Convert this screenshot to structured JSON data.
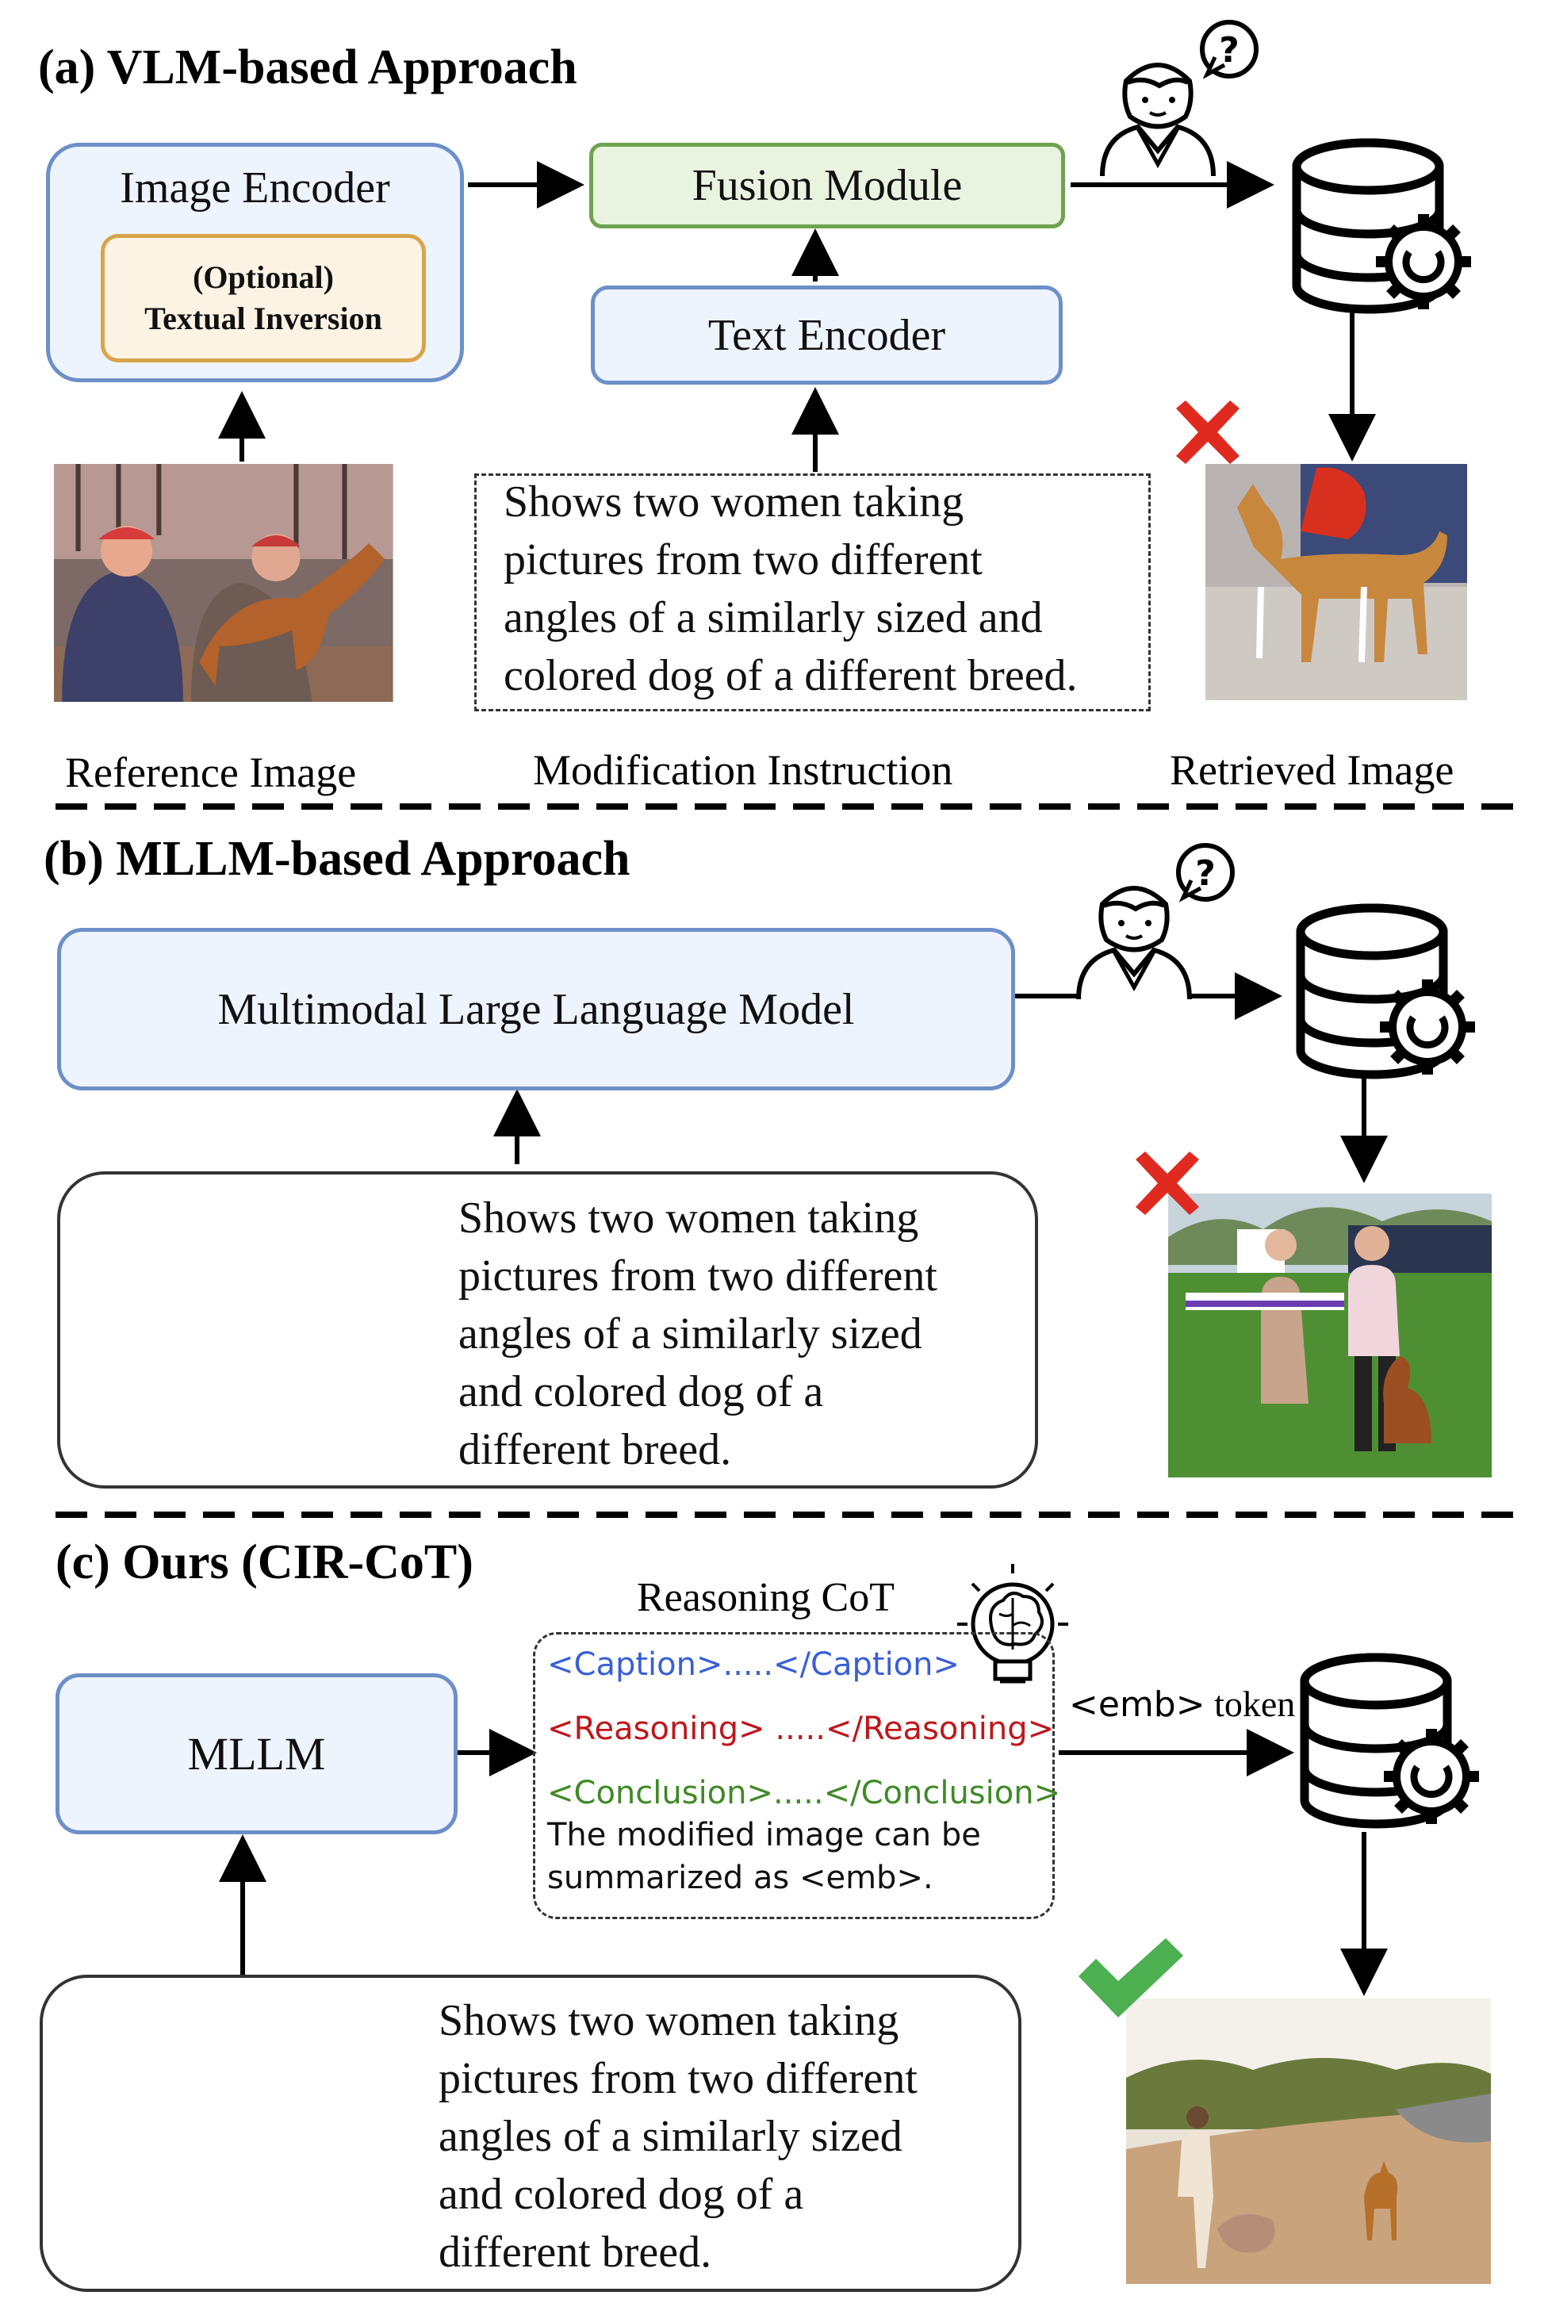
{
  "sections": {
    "a": {
      "title": "(a) VLM-based Approach",
      "image_encoder": "Image Encoder",
      "textual_inversion_line1": "(Optional)",
      "textual_inversion_line2": "Textual Inversion",
      "fusion_module": "Fusion Module",
      "text_encoder": "Text Encoder",
      "instruction_lines": [
        "Shows two women taking",
        "pictures from two different",
        "angles of a similarly sized and",
        "colored dog of a different breed."
      ],
      "caption_reference": "Reference Image",
      "caption_instruction": "Modification Instruction",
      "caption_retrieved": "Retrieved Image"
    },
    "b": {
      "title": "(b) MLLM-based Approach",
      "mllm_label": "Multimodal Large Language Model",
      "instruction_lines": [
        "Shows two women taking",
        "pictures from two different",
        "angles of a similarly sized",
        "and colored dog of a",
        "different breed."
      ]
    },
    "c": {
      "title": "(c) Ours (CIR-CoT)",
      "mllm_label": "MLLM",
      "reasoning_title": "Reasoning CoT",
      "caption_tag": "<Caption>.....</Caption>",
      "reasoning_tag": "<Reasoning> .....</Reasoning>",
      "conclusion_tag": "<Conclusion>.....</Conclusion>",
      "conclusion_line1": "The modified image can be",
      "conclusion_line2": "summarized as <emb>.",
      "emb_token": "<emb>",
      "token_word": "token",
      "instruction_lines": [
        "Shows two women taking",
        "pictures from two different",
        "angles of a similarly sized",
        "and colored dog of a",
        "different breed."
      ]
    }
  },
  "colors": {
    "blue_fill": "#eef4fd",
    "blue_border": "#6d8fc9",
    "green_fill": "#e9f4e0",
    "green_border": "#6fa34e",
    "orange_fill": "#fdf3e4",
    "orange_border": "#d8a54a",
    "caption_tag": "#3a5fd6",
    "reasoning_tag": "#c0161b",
    "conclusion_tag": "#3f8a26",
    "cross_red": "#e02a20",
    "check_green": "#4caf50"
  },
  "icons": [
    "user-question-icon",
    "database-gear-icon",
    "brain-lightbulb-icon",
    "red-cross-icon",
    "green-check-icon"
  ]
}
